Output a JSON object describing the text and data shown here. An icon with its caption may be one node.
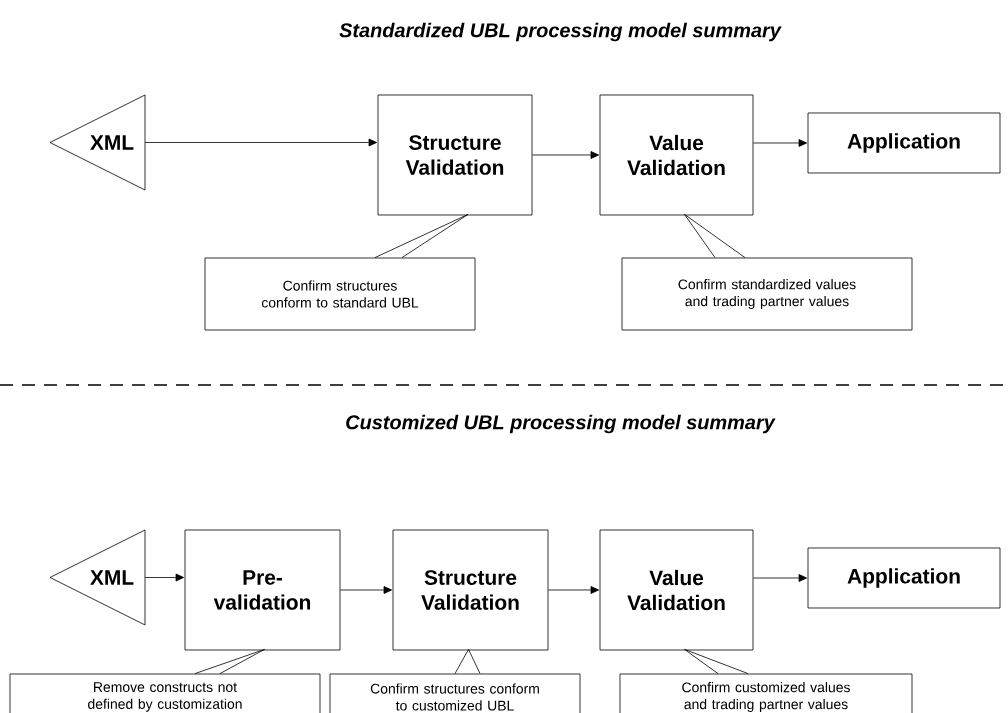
{
  "diagram": {
    "nodes": [
      {
        "text": [
          "XML"
        ]
      },
      {
        "text": [
          "Structure Validation"
        ]
      },
      {
        "text": [
          "Value Validation"
        ]
      },
      {
        "text": [
          "Application"
        ]
      },
      {
        "text": [
          "Confirm structures conform to standard UBL"
        ]
      },
      {
        "text": [
          "Confirm standardized values and trading partner values"
        ]
      },
      {
        "text": [
          "XML"
        ]
      },
      {
        "text": [
          "Pre-validation"
        ]
      },
      {
        "text": [
          "Structure Validation"
        ]
      },
      {
        "text": [
          "Value Validation"
        ]
      },
      {
        "text": [
          "Application"
        ]
      },
      {
        "text": [
          "Remove constructs not defined by customization"
        ]
      },
      {
        "text": [
          "Confirm structures conform to customized UBL"
        ]
      },
      {
        "text": [
          "Confirm customized values and trading partner values"
        ]
      }
    ],
    "edges": [
      {
        "from": 0,
        "to": 1,
        "arrow": "to"
      },
      {
        "from": 1,
        "to": 2,
        "arrow": "to"
      },
      {
        "from": 2,
        "to": 3,
        "arrow": "to"
      },
      {
        "from": 4,
        "to": 1,
        "arrow": "none"
      },
      {
        "from": 5,
        "to": 2,
        "arrow": "none"
      },
      {
        "from": 6,
        "to": 7,
        "arrow": "to"
      },
      {
        "from": 7,
        "to": 8,
        "arrow": "to"
      },
      {
        "from": 8,
        "to": 9,
        "arrow": "to"
      },
      {
        "from": 9,
        "to": 10,
        "arrow": "to"
      },
      {
        "from": 11,
        "to": 7,
        "arrow": "none"
      },
      {
        "from": 12,
        "to": 8,
        "arrow": "none"
      },
      {
        "from": 13,
        "to": 9,
        "arrow": "none"
      }
    ],
    "labels": [
      "Standardized UBL processing model summary",
      "Customized UBL processing model summary"
    ]
  }
}
